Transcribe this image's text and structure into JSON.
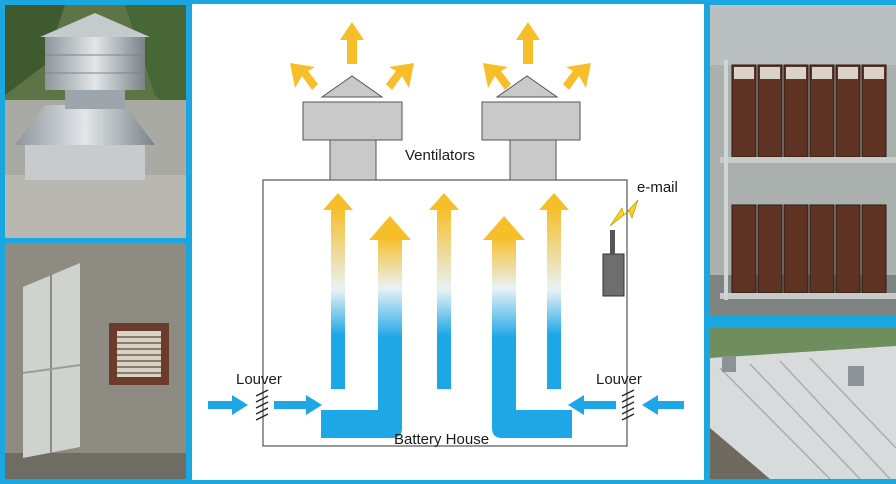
{
  "diagram": {
    "ventilators_label": "Ventilators",
    "email_label": "e-mail",
    "louver_left_label": "Louver",
    "louver_right_label": "Louver",
    "battery_house_label": "Battery House"
  },
  "colors": {
    "frame_blue": "#1aa6de",
    "airflow_cold": "#1ea7e6",
    "airflow_warm": "#f6bf2a",
    "ventilator_gray": "#c9c9c9",
    "sensor_gray": "#6e6e6e"
  },
  "photos": [
    {
      "name": "photo-roof-ventilator-closeup",
      "icon": "ventilator-photo"
    },
    {
      "name": "photo-wall-louver-and-door",
      "icon": "louver-photo"
    },
    {
      "name": "photo-battery-racks",
      "icon": "battery-rack-photo"
    },
    {
      "name": "photo-roof-with-ventilators",
      "icon": "roof-photo"
    }
  ]
}
